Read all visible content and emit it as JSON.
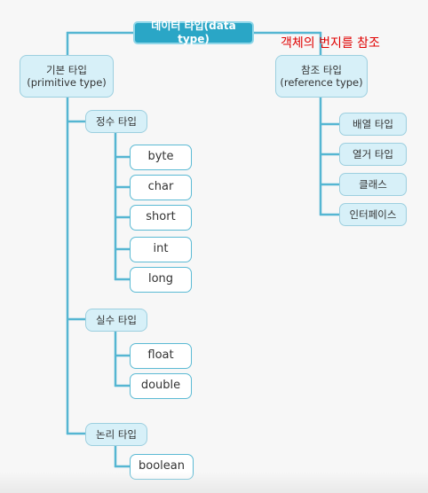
{
  "root": {
    "label": "데이터 타입(data type)"
  },
  "note": "객체의 번지를 참조",
  "primitive": {
    "label_ko": "기본 타입",
    "label_en": "(primitive type)",
    "groups": [
      {
        "label": "정수 타입",
        "items": [
          "byte",
          "char",
          "short",
          "int",
          "long"
        ]
      },
      {
        "label": "실수 타입",
        "items": [
          "float",
          "double"
        ]
      },
      {
        "label": "논리 타입",
        "items": [
          "boolean"
        ]
      }
    ]
  },
  "reference": {
    "label_ko": "참조 타입",
    "label_en": "(reference type)",
    "items": [
      "배열 타입",
      "열거 타입",
      "클래스",
      "인터페이스"
    ]
  },
  "colors": {
    "connector": "#55b6d2",
    "root_fill": "#2aa6c6",
    "category_fill": "#d7f0f8",
    "leaf_border": "#5bbad4",
    "note_text": "#e00000"
  }
}
